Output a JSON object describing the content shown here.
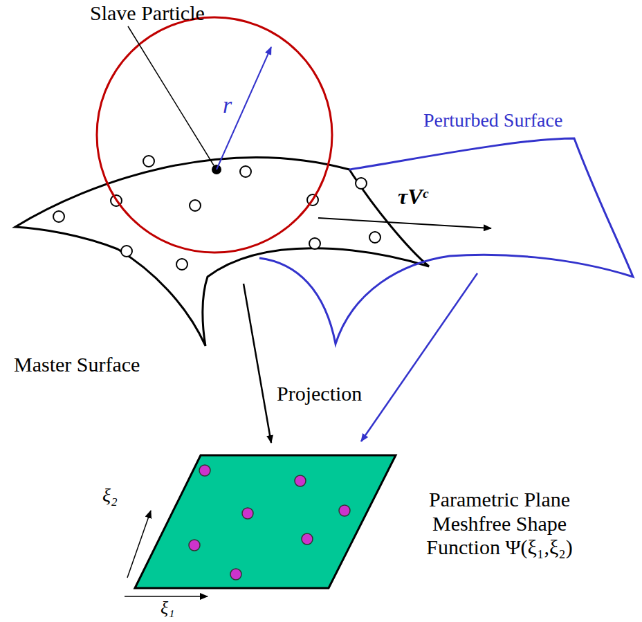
{
  "diagram": {
    "labels": [
      "Slave Particle",
      "r",
      "Perturbed Surface",
      "τVᶜ",
      "Master Surface",
      "Projection",
      "ξ₂",
      "ξ₁",
      "Parametric Plane Meshfree Shape Function Ψ(ξ₁,ξ₂)"
    ]
  }
}
